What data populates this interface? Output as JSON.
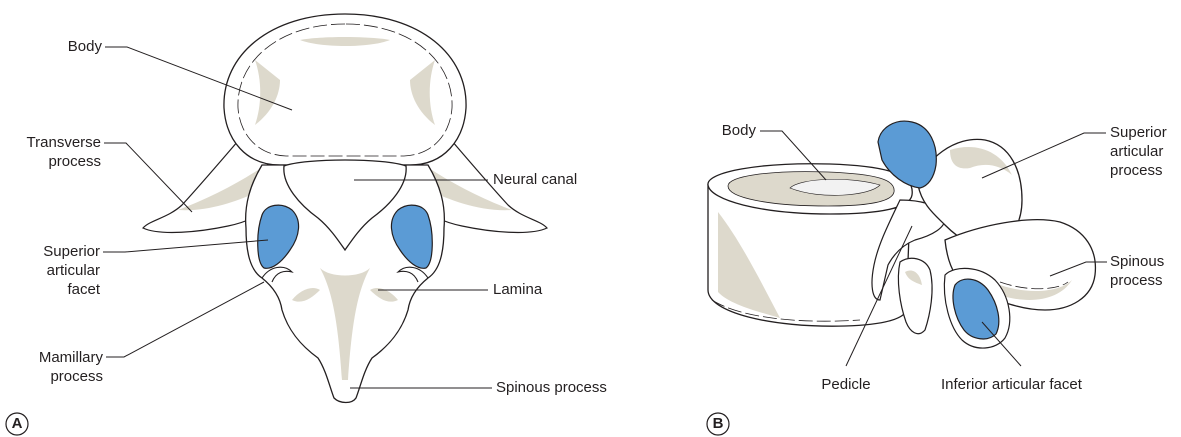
{
  "panel_a": {
    "letter": "A",
    "labels": {
      "body": "Body",
      "transverse_process": "Transverse\nprocess",
      "superior_articular_facet": "Superior\narticular\nfacet",
      "mamillary_process": "Mamillary\nprocess",
      "neural_canal": "Neural canal",
      "lamina": "Lamina",
      "spinous_process": "Spinous process"
    }
  },
  "panel_b": {
    "letter": "B",
    "labels": {
      "body": "Body",
      "superior_articular_process": "Superior\narticular\nprocess",
      "spinous_process": "Spinous\nprocess",
      "pedicle": "Pedicle",
      "inferior_articular_facet": "Inferior articular facet"
    }
  },
  "colors": {
    "bone_fill": "#ffffff",
    "bone_shade": "#ddd9cc",
    "facet_blue": "#5b9bd5",
    "line": "#231f20"
  }
}
